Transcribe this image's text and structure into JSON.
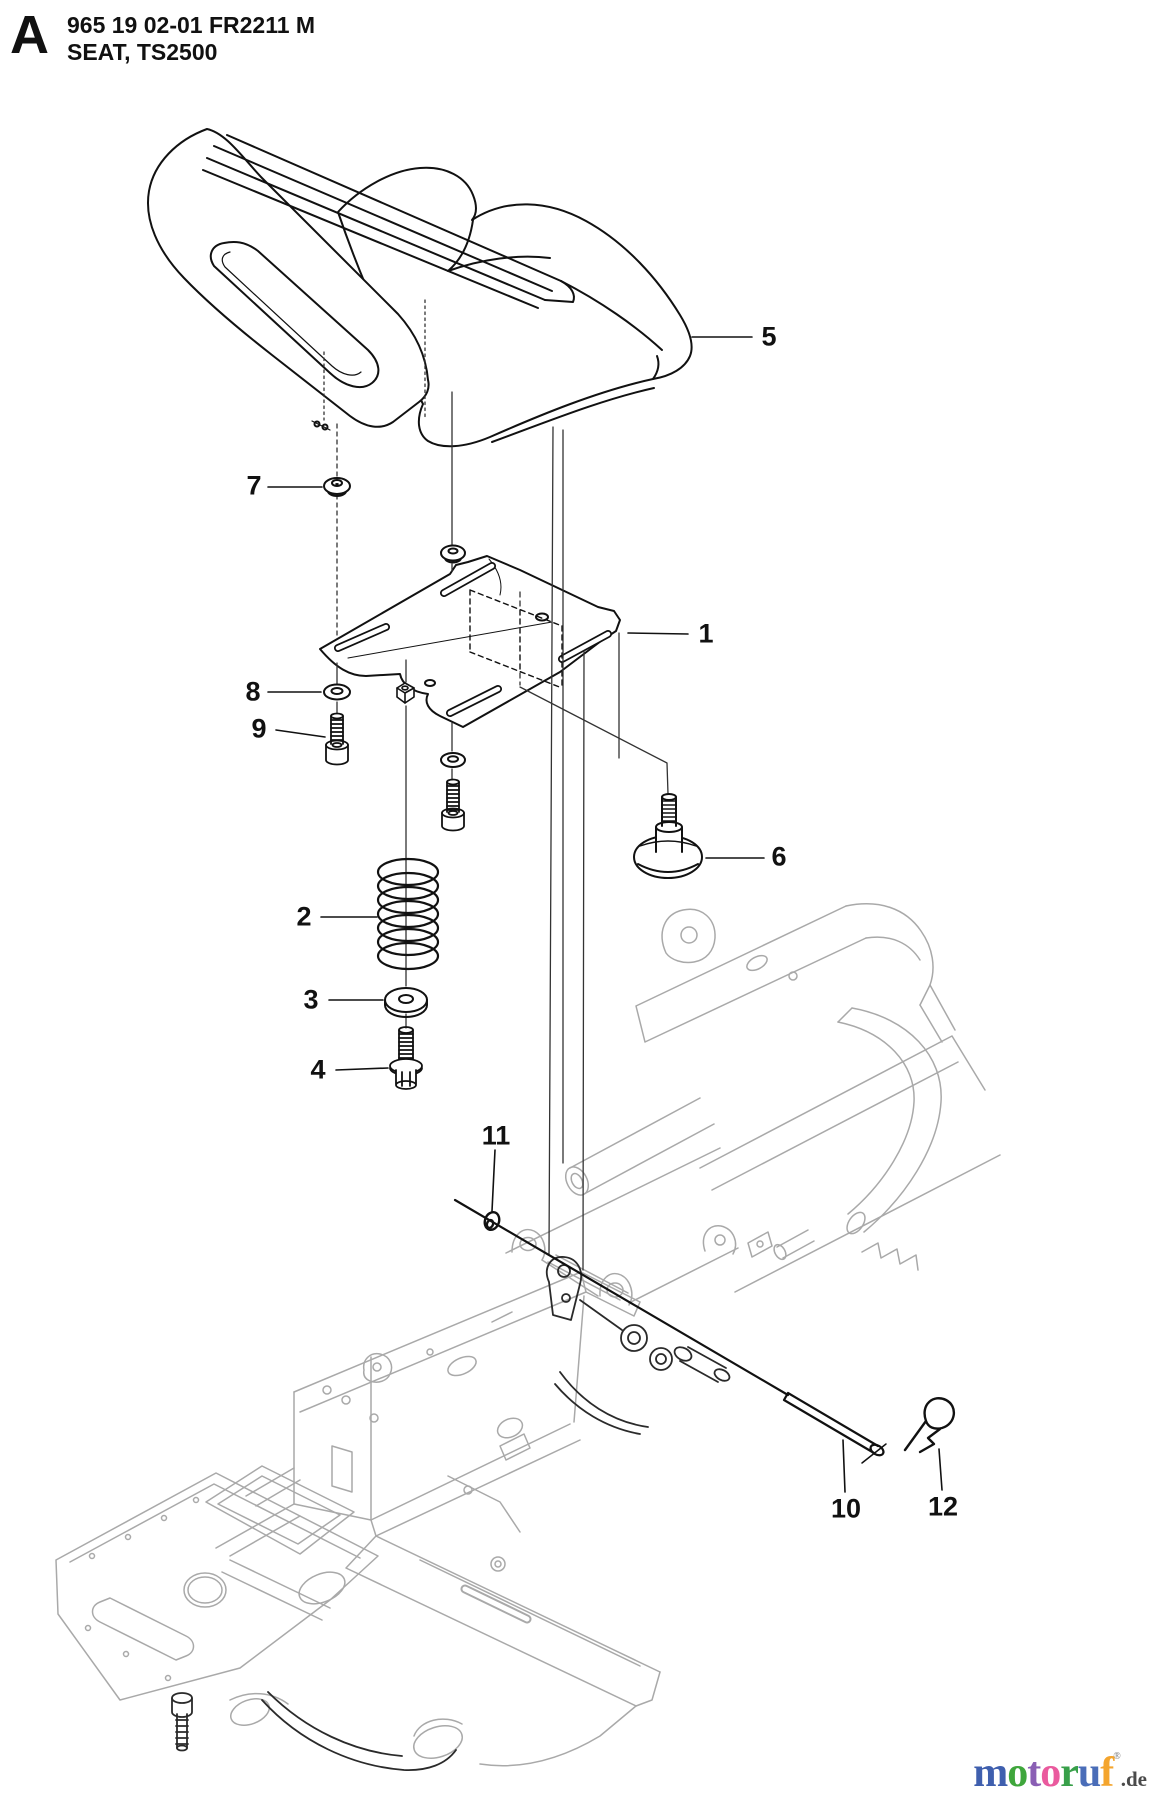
{
  "header": {
    "section_letter": "A",
    "line1": "965 19 02-01 FR2211 M",
    "line2": "SEAT, TS2500"
  },
  "callouts": [
    "1",
    "2",
    "3",
    "4",
    "5",
    "6",
    "7",
    "8",
    "9",
    "10",
    "11",
    "12"
  ],
  "logo": {
    "letters": [
      {
        "char": "m",
        "style": "color:#3f5fae"
      },
      {
        "char": "o",
        "style": "color:#3fa63c"
      },
      {
        "char": "t",
        "style": "color:#8a5fb4"
      },
      {
        "char": "o",
        "style": "color:#ea5a9e"
      },
      {
        "char": "r",
        "style": "color:#38a04a"
      },
      {
        "char": "u",
        "style": "color:#4a6db8"
      },
      {
        "char": "f",
        "style": "color:#f4a52e"
      }
    ],
    "mark": "®",
    "suffix": ".de"
  },
  "colors": {
    "drawing_line": "#111111",
    "frame_gray": "#a9a9a9",
    "background": "#ffffff"
  }
}
